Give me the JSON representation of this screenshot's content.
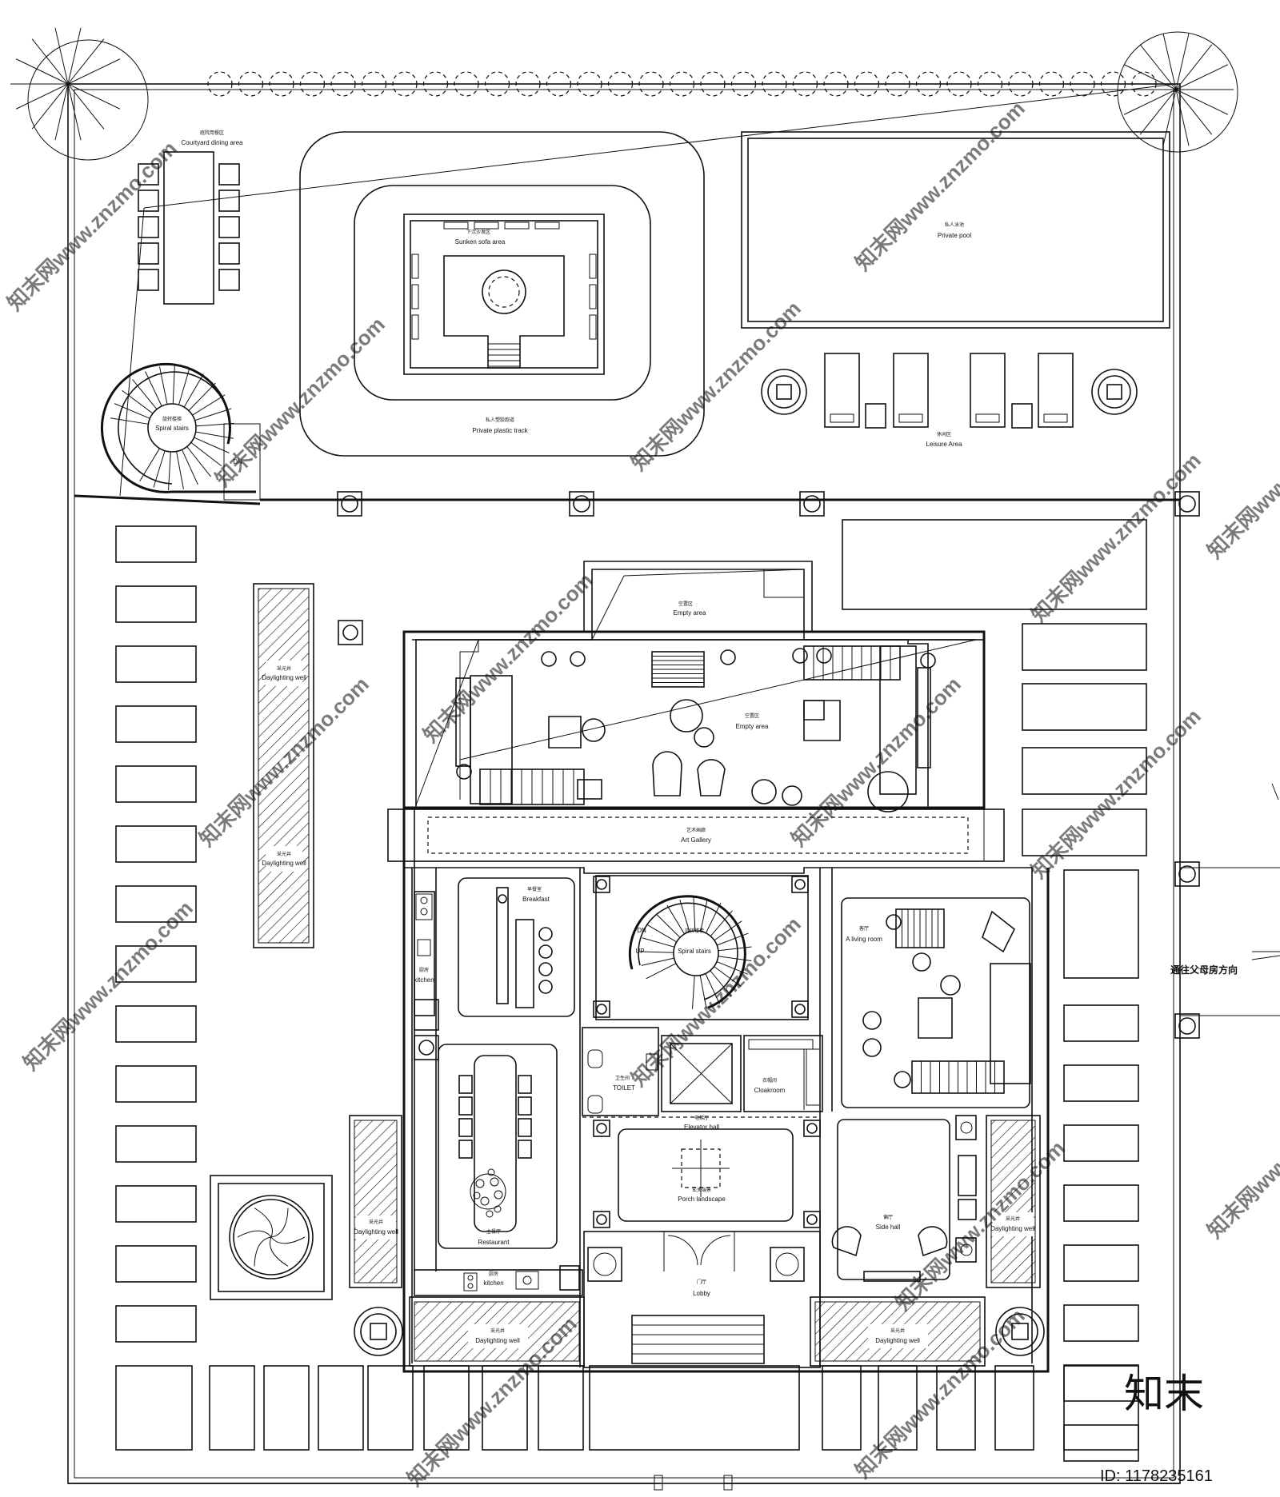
{
  "labels": {
    "courtyard_dining": "Courtyard dining area",
    "sunken_sofa": "Sunken sofa area",
    "private_plastic_track": "Private plastic track",
    "private_pool": "Private pool",
    "leisure_area": "Leisure Area",
    "spiral_stairs_outdoor": "Spiral stairs",
    "dn_outdoor": "DN",
    "daylighting_well_1": "Daylighting well",
    "daylighting_well_2": "Daylighting well",
    "empty_area_top": "Empty area",
    "empty_area": "Empty area",
    "art_gallery": "Art Gallery",
    "breakfast": "Breakfast",
    "kitchen_1": "kitchen",
    "spiral_stairs_indoor": "Spiral stairs",
    "dn_indoor": "DN",
    "up_indoor": "UP",
    "living_room": "A living room",
    "toilet": "TOILET",
    "cloakroom": "Cloakroom",
    "elevator_hall": "Elevator hall",
    "porch_landscape": "Porch landscape",
    "restaurant": "Restaurant",
    "side_hall": "Side hall",
    "daylighting_well_left": "Daylighting well",
    "daylighting_well_right": "Daylighting well",
    "kitchen_2": "kitchen",
    "lobby": "Lobby",
    "daylighting_well_bottom_left": "Daylighting well",
    "daylighting_well_bottom_right": "Daylighting well",
    "direction_to_parents": "通往父母房方向"
  },
  "watermark": {
    "brand": "知末",
    "image_id": "ID: 1178235161"
  }
}
